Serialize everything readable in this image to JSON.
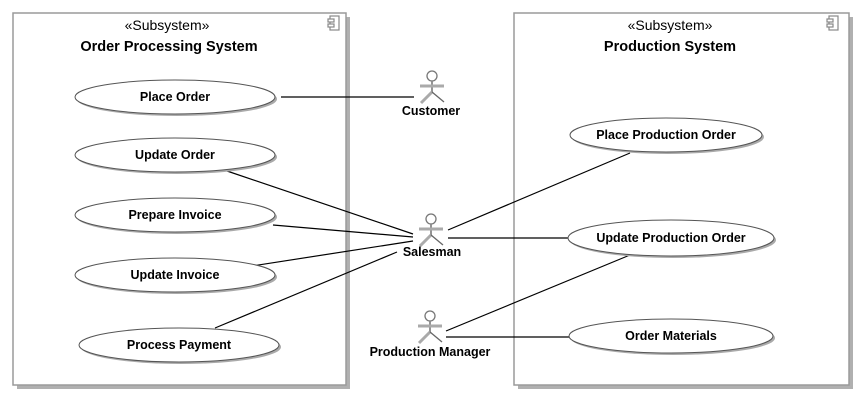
{
  "subsystems": [
    {
      "id": "ops",
      "stereotype": "«Subsystem»",
      "name": "Order Processing System",
      "icon": "component-icon",
      "use_cases": [
        "Place Order",
        "Update Order",
        "Prepare Invoice",
        "Update Invoice",
        "Process Payment"
      ]
    },
    {
      "id": "ps",
      "stereotype": "«Subsystem»",
      "name": "Production System",
      "icon": "component-icon",
      "use_cases": [
        "Place Production Order",
        "Update Production Order",
        "Order Materials"
      ]
    }
  ],
  "actors": [
    {
      "id": "customer",
      "name": "Customer",
      "icon": "actor-stick-figure-icon"
    },
    {
      "id": "salesman",
      "name": "Salesman",
      "icon": "actor-stick-figure-icon"
    },
    {
      "id": "production_manager",
      "name": "Production Manager",
      "icon": "actor-stick-figure-icon"
    }
  ],
  "associations": [
    {
      "actor": "Customer",
      "use_case": "Place Order"
    },
    {
      "actor": "Salesman",
      "use_case": "Update Order"
    },
    {
      "actor": "Salesman",
      "use_case": "Prepare Invoice"
    },
    {
      "actor": "Salesman",
      "use_case": "Update Invoice"
    },
    {
      "actor": "Salesman",
      "use_case": "Process Payment"
    },
    {
      "actor": "Salesman",
      "use_case": "Place Production Order"
    },
    {
      "actor": "Salesman",
      "use_case": "Update Production Order"
    },
    {
      "actor": "Production Manager",
      "use_case": "Update Production Order"
    },
    {
      "actor": "Production Manager",
      "use_case": "Order Materials"
    }
  ],
  "colors": {
    "frame_border": "#9a9a9a",
    "frame_shadow": "#b0b0b0",
    "line": "#000000",
    "ellipse_fill": "#ffffff",
    "ellipse_stroke": "#555555",
    "actor_stroke": "#8a8a8a"
  }
}
